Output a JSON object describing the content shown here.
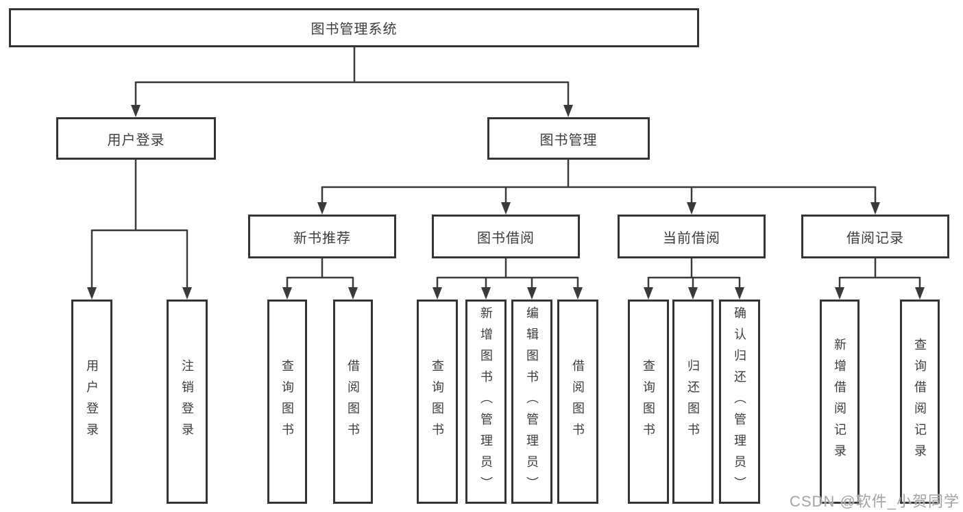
{
  "diagram_title": "图书管理系统",
  "nodes": {
    "root": "图书管理系统",
    "l2_user_login": "用户登录",
    "l2_book_mgmt": "图书管理",
    "l3_new_books": "新书推荐",
    "l3_book_borrow": "图书借阅",
    "l3_current_borrow": "当前借阅",
    "l3_borrow_records": "借阅记录",
    "leaf_user_login": "用户登录",
    "leaf_logout": "注销登录",
    "leaf_nb_query": "查询图书",
    "leaf_nb_borrow": "借阅图书",
    "leaf_bb_query": "查询图书",
    "leaf_bb_add": "新增图书（管理员）",
    "leaf_bb_edit": "编辑图书（管理员）",
    "leaf_bb_borrow": "借阅图书",
    "leaf_cb_query": "查询图书",
    "leaf_cb_return": "归还图书",
    "leaf_cb_confirm": "确认归还（管理员）",
    "leaf_br_add": "新增借阅记录",
    "leaf_br_query": "查询借阅记录"
  },
  "watermark": {
    "text": "CSDN @软件_小贺同学"
  },
  "colors": {
    "line": "#3a3a3a",
    "box_border": "#343434",
    "text": "#3c3c3c",
    "background": "#ffffff",
    "watermark": "#a3a3a3"
  }
}
